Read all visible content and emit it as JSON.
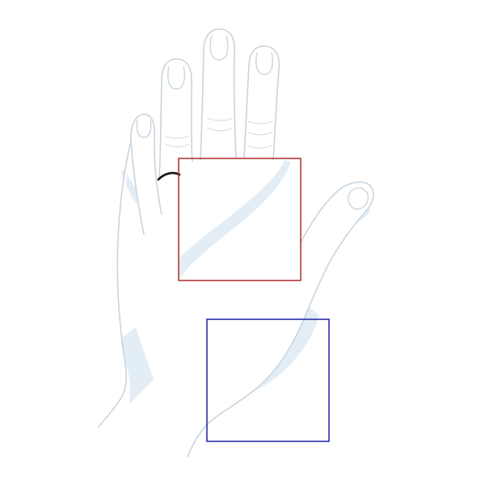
{
  "illustration": {
    "subject": "hand-outline",
    "colors": {
      "background": "#ffffff",
      "skin_fill": "#ffffff",
      "skin_shadow": "#e3edf5",
      "outline": "#c9d4dd",
      "ring": "#1a1a1a",
      "box_upper": "#b02a2a",
      "box_lower": "#1f1fa8"
    }
  },
  "highlight_boxes": [
    {
      "id": "upper",
      "color": "#b02a2a"
    },
    {
      "id": "lower",
      "color": "#1f1fa8"
    }
  ]
}
